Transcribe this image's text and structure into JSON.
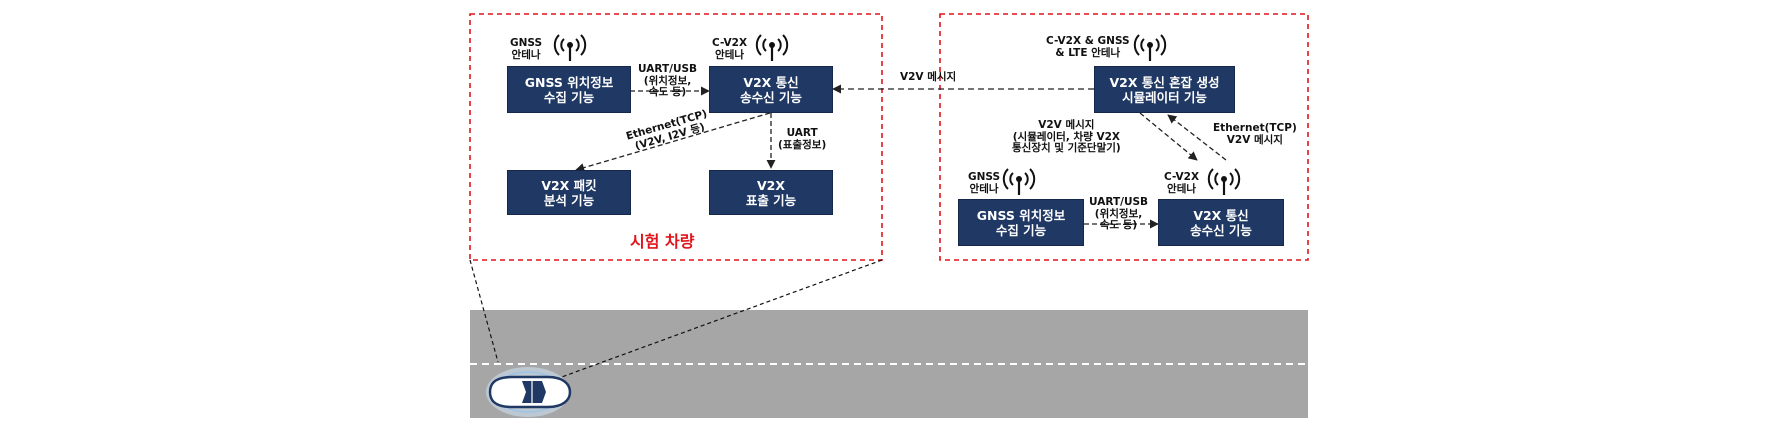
{
  "title": "시험 차량",
  "blocks": {
    "gnss_left": [
      "GNSS 위치정보",
      "수집 기능"
    ],
    "v2x_left": [
      "V2X 통신",
      "송수신 기능"
    ],
    "packet": [
      "V2X 패킷",
      "분석 기능"
    ],
    "display": [
      "V2X",
      "표출 기능"
    ],
    "simulator": [
      "V2X 통신 혼잡 생성",
      "시뮬레이터 기능"
    ],
    "gnss_right": [
      "GNSS 위치정보",
      "수집 기능"
    ],
    "v2x_right": [
      "V2X 통신",
      "송수신 기능"
    ]
  },
  "antennas": {
    "gnss_left": [
      "GNSS",
      "안테나"
    ],
    "cv2x_left": [
      "C-V2X",
      "안테나"
    ],
    "combo_right": [
      "C-V2X & GNSS",
      "& LTE 안테나"
    ],
    "gnss_right": [
      "GNSS",
      "안테나"
    ],
    "cv2x_right": [
      "C-V2X",
      "안테나"
    ]
  },
  "links": {
    "uart_usb_left": [
      "UART/USB",
      "(위치정보,",
      "속도 등)"
    ],
    "ethernet_left": [
      "Ethernet(TCP)",
      "(V2V, I2V 등)"
    ],
    "uart_left": [
      "UART",
      "(표출정보)"
    ],
    "v2v_top": "V2V 메시지",
    "v2v_sim": [
      "V2V 메시지",
      "(시뮬레이터, 차량 V2X",
      "통신장치 및 기준단말기)"
    ],
    "ethernet_right": [
      "Ethernet(TCP)",
      "V2V 메시지"
    ],
    "uart_usb_right": [
      "UART/USB",
      "(위치정보,",
      "속도 등)"
    ]
  },
  "colors": {
    "block": "#1f3864",
    "dashed_border": "#e0151b",
    "road": "#a6a6a6",
    "lane_marking": "#ffffff",
    "car_aura": "#9dc3e6"
  }
}
